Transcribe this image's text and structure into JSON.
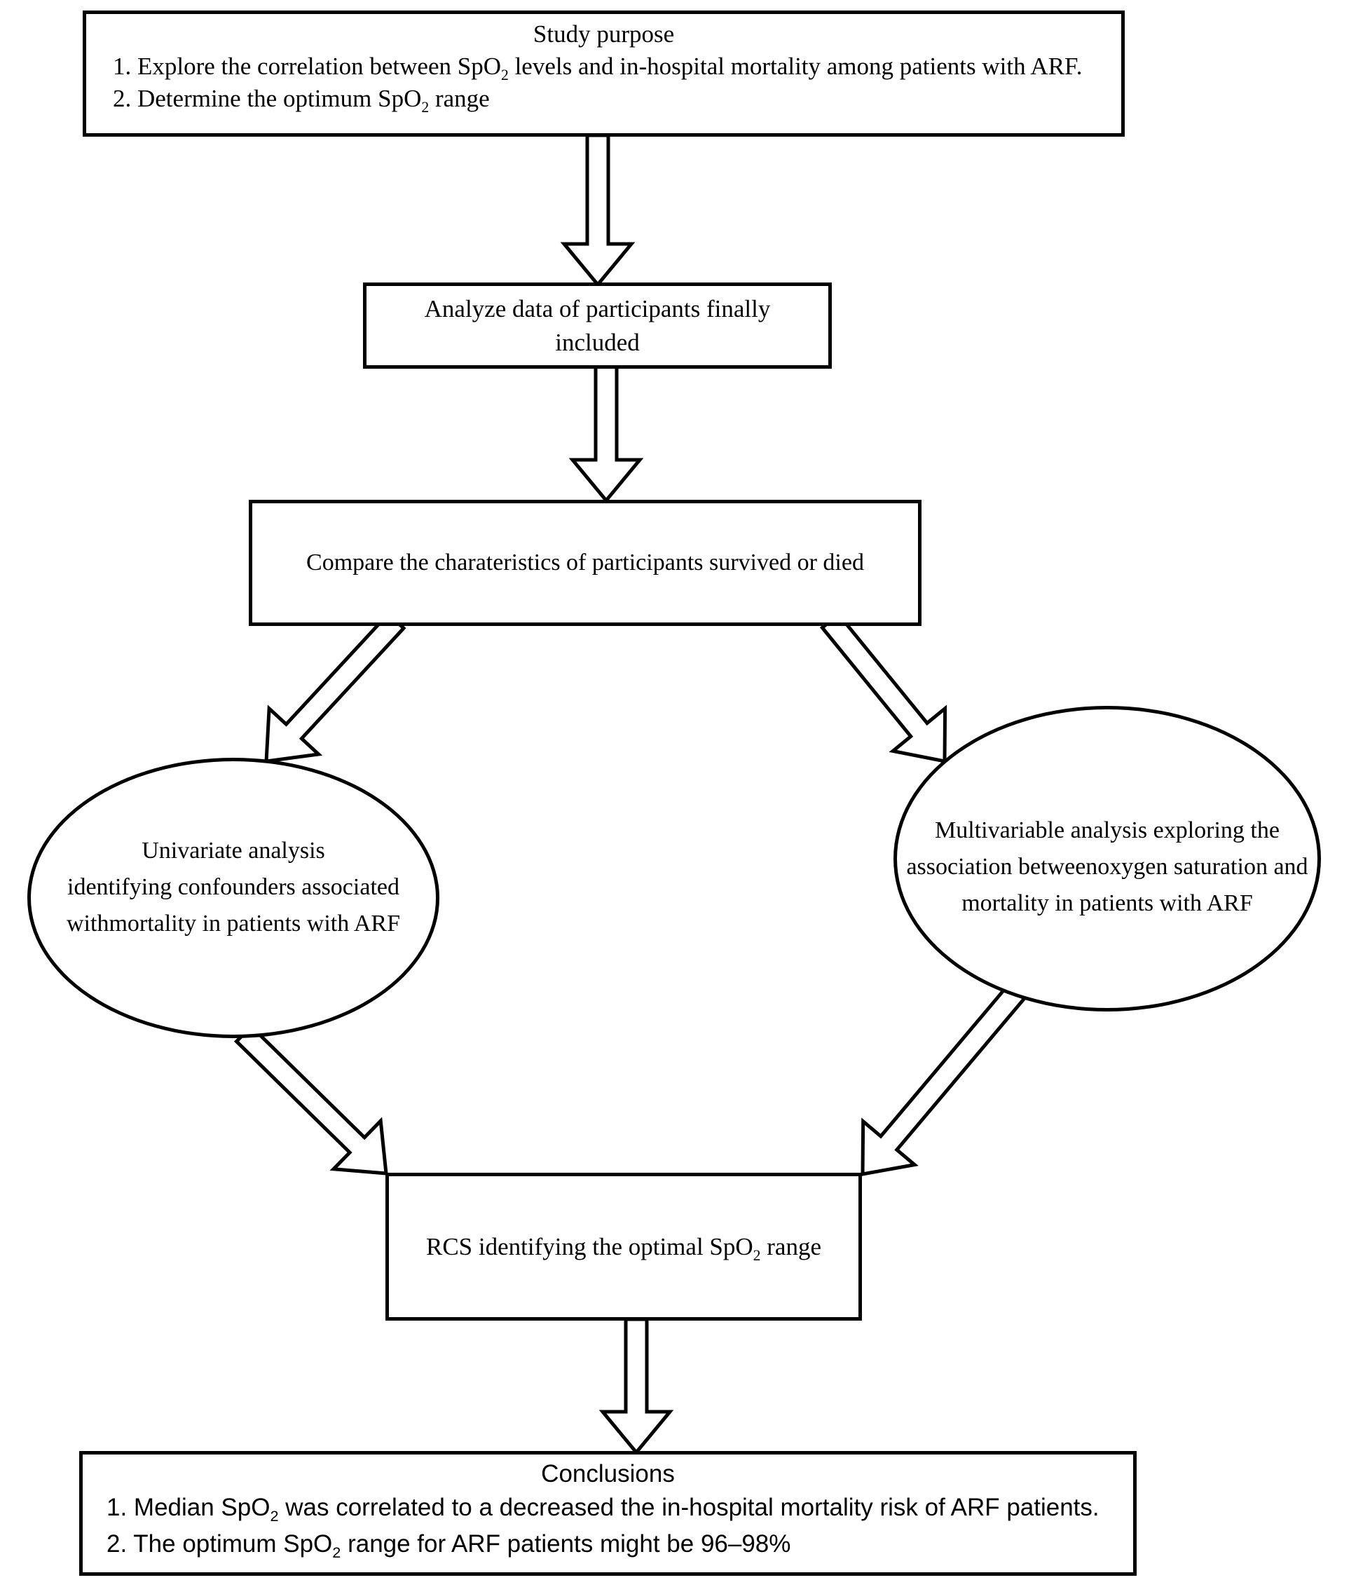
{
  "page": {
    "background": "#ffffff",
    "ink": "#000000"
  },
  "flowchart": {
    "study_purpose": {
      "title": "Study purpose",
      "items": [
        "1. Explore the correlation between SpO~2~ levels and in-hospital mortality among patients with ARF.",
        "2. Determine the optimum SpO~2~ range"
      ]
    },
    "analyze": {
      "lines": [
        "Analyze data of participants finally",
        "included"
      ]
    },
    "compare": {
      "text": "Compare the charateristics of participants survived or died"
    },
    "univariate": {
      "lines": [
        "Univariate analysis",
        "identifying confounders associated",
        "withmortality in patients with ARF"
      ]
    },
    "multivariable": {
      "lines": [
        "Multivariable analysis exploring the",
        "association betweenoxygen saturation and",
        "mortality in patients with ARF"
      ]
    },
    "rcs": {
      "text": "RCS identifying the optimal SpO~2~ range"
    },
    "conclusions": {
      "title": "Conclusions",
      "items": [
        "1. Median SpO~2~ was correlated to a decreased the in-hospital mortality risk of ARF patients.",
        "2. The optimum SpO~2~ range for ARF patients might be 96–98%"
      ]
    }
  }
}
